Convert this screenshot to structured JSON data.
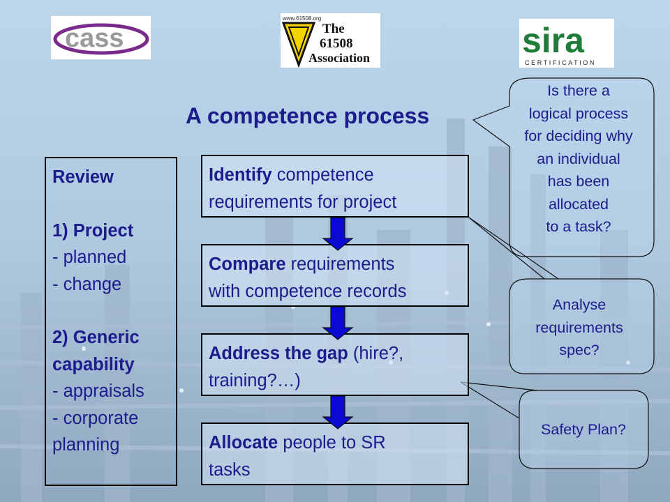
{
  "logos": {
    "cass": "cass",
    "association_url": "www.61508.org",
    "association_line1": "The",
    "association_line2": "61508",
    "association_line3": "Association",
    "sira": "sira",
    "sira_sub": "CERTIFICATION"
  },
  "title": "A competence process",
  "review": {
    "heading": "Review",
    "project_heading": "1) Project",
    "project_items": [
      "- planned",
      "- change"
    ],
    "generic_heading_1": "2) Generic",
    "generic_heading_2": "capability",
    "generic_items": [
      "- appraisals",
      "- corporate",
      "planning"
    ]
  },
  "steps": [
    {
      "keyword": "Identify",
      "line1_rest": " competence",
      "line2": "requirements for project"
    },
    {
      "keyword": "Compare",
      "line1_rest": " requirements",
      "line2": "with competence records"
    },
    {
      "keyword": "Address the gap",
      "line1_rest": " (hire?,",
      "line2": "training?…)"
    },
    {
      "keyword": "Allocate",
      "line1_rest": " people to SR",
      "line2": "tasks"
    }
  ],
  "callouts": {
    "process": [
      "Is there a",
      "logical process",
      "for deciding why",
      "an individual",
      "has been",
      "allocated",
      "to a task?"
    ],
    "analyse": [
      "Analyse",
      "requirements",
      "spec?"
    ],
    "safety": [
      "Safety Plan?"
    ]
  },
  "colors": {
    "text": "#1c1c8c",
    "arrow": "#0a0ad2",
    "cass_purple": "#7a2a8a",
    "sira_green": "#1f7d3a",
    "assoc_yellow": "#f4d400"
  }
}
